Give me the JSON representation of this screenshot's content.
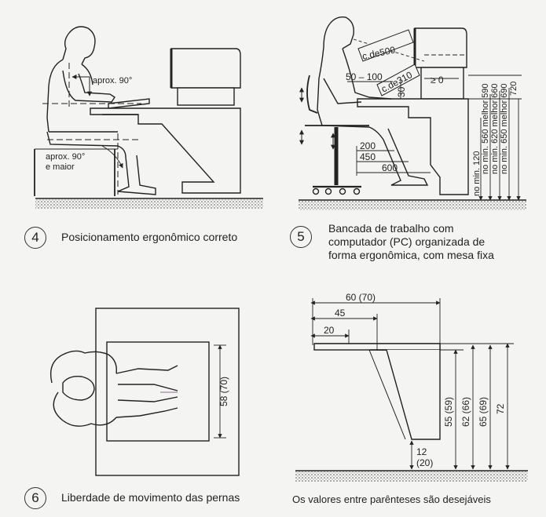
{
  "figures": {
    "fig4": {
      "number": "4",
      "caption": "Posicionamento ergonômico correto",
      "labels": {
        "elbow_angle": "aprox. 90°",
        "knee_angle_1": "aprox. 90°",
        "knee_angle_2": "e maior"
      }
    },
    "fig5": {
      "number": "5",
      "caption_lines": [
        "Bancada de trabalho com",
        "computador (PC) organizada de",
        "forma ergonômica, com mesa fixa"
      ],
      "labels": {
        "eye_distance": "c.de500",
        "keyboard_distance": "c.de310",
        "dim_50_100": "50 – 100",
        "dim_30": "30",
        "screen_angle": "≥ 0",
        "dim_200": "200",
        "dim_450": "450",
        "dim_600": "600",
        "vertical_labels": [
          "no min. 120",
          "no min. 560 melhor 590",
          "no min. 620 melhor 660",
          "no min. 650 melhor 690",
          "720"
        ]
      }
    },
    "fig6": {
      "number": "6",
      "caption": "Liberdade de movimento das pernas",
      "labels": {
        "leg_space": "58 (70)"
      }
    },
    "fig7": {
      "caption": "Os valores entre parênteses são desejáveis",
      "labels": {
        "top_60": "60 (70)",
        "top_45": "45",
        "top_20": "20",
        "v_55": "55 (59)",
        "v_62": "62 (66)",
        "v_65": "65 (69)",
        "v_72": "72",
        "foot_12": "12",
        "foot_20": "(20)"
      }
    }
  }
}
